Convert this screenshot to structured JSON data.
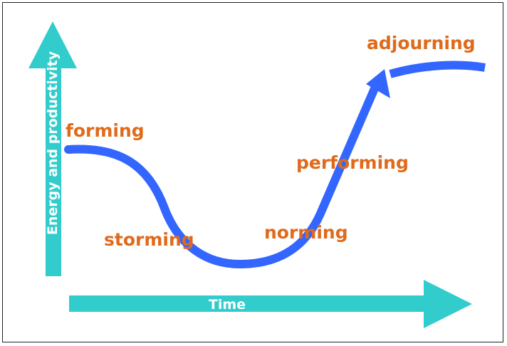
{
  "axes": {
    "y_label": "Energy and productivity",
    "x_label": "Time"
  },
  "stages": [
    {
      "id": "forming",
      "label": "forming"
    },
    {
      "id": "storming",
      "label": "storming"
    },
    {
      "id": "norming",
      "label": "norming"
    },
    {
      "id": "performing",
      "label": "performing"
    },
    {
      "id": "adjourning",
      "label": "adjourning"
    }
  ],
  "colors": {
    "axis": "#33CCCC",
    "curve": "#3366FF",
    "stage_text": "#E06A1B",
    "axis_text": "#FFFFFF",
    "border": "#222222"
  }
}
